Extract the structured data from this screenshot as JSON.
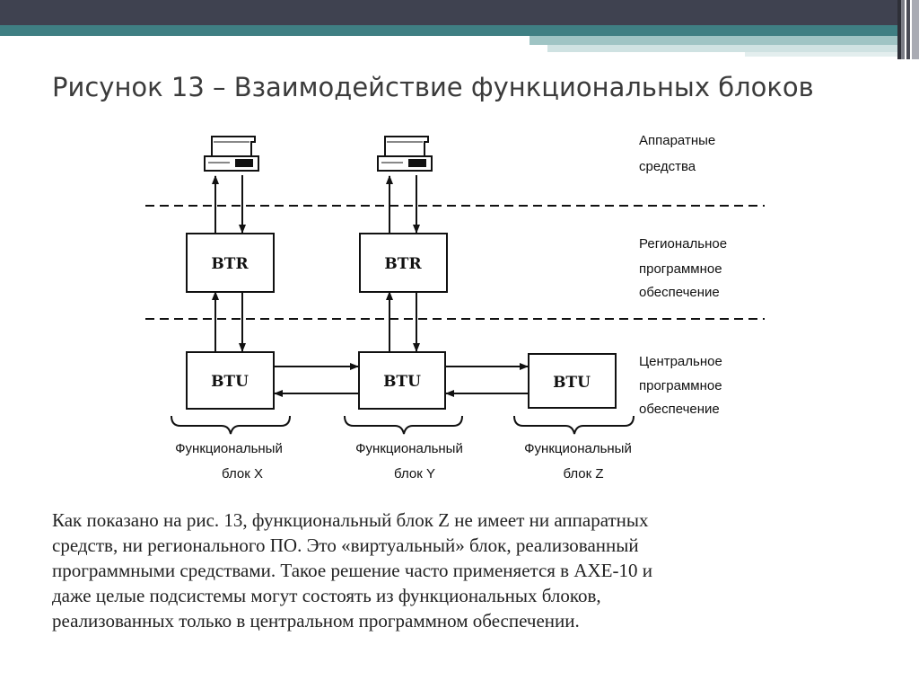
{
  "slide": {
    "title": "Рисунок 13 – Взаимодействие функциональных блоков",
    "paragraph_lines": [
      "Как показано на рис. 13, функциональный блок Z не имеет ни аппаратных",
      "средств, ни регионального ПО. Это «виртуальный» блок, реализованный",
      "программными средствами. Такое решение часто применяется в АХЕ-10 и",
      "даже целые подсистемы могут состоять из функциональных блоков,",
      "реализованных только в центральном программном обеспечении."
    ]
  },
  "diagram": {
    "blocks": {
      "btr_x": "BTR",
      "btr_y": "BTR",
      "btu_x": "BTU",
      "btu_y": "BTU",
      "btu_z": "BTU"
    },
    "layers": {
      "hardware": [
        "Аппаратные",
        "средства"
      ],
      "regional": [
        "Региональное",
        "программное",
        "обеспечение"
      ],
      "central": [
        "Центральное",
        "программное",
        "обеспечение"
      ]
    },
    "function_blocks": {
      "x": [
        "Функциональный",
        "блок X"
      ],
      "y": [
        "Функциональный",
        "блок Y"
      ],
      "z": [
        "Функциональный",
        "блок Z"
      ]
    }
  },
  "colors": {
    "top_bar_dark": "#3f4250",
    "top_bar_teal": "#3f7f83",
    "title_text": "#3b3b3b"
  }
}
